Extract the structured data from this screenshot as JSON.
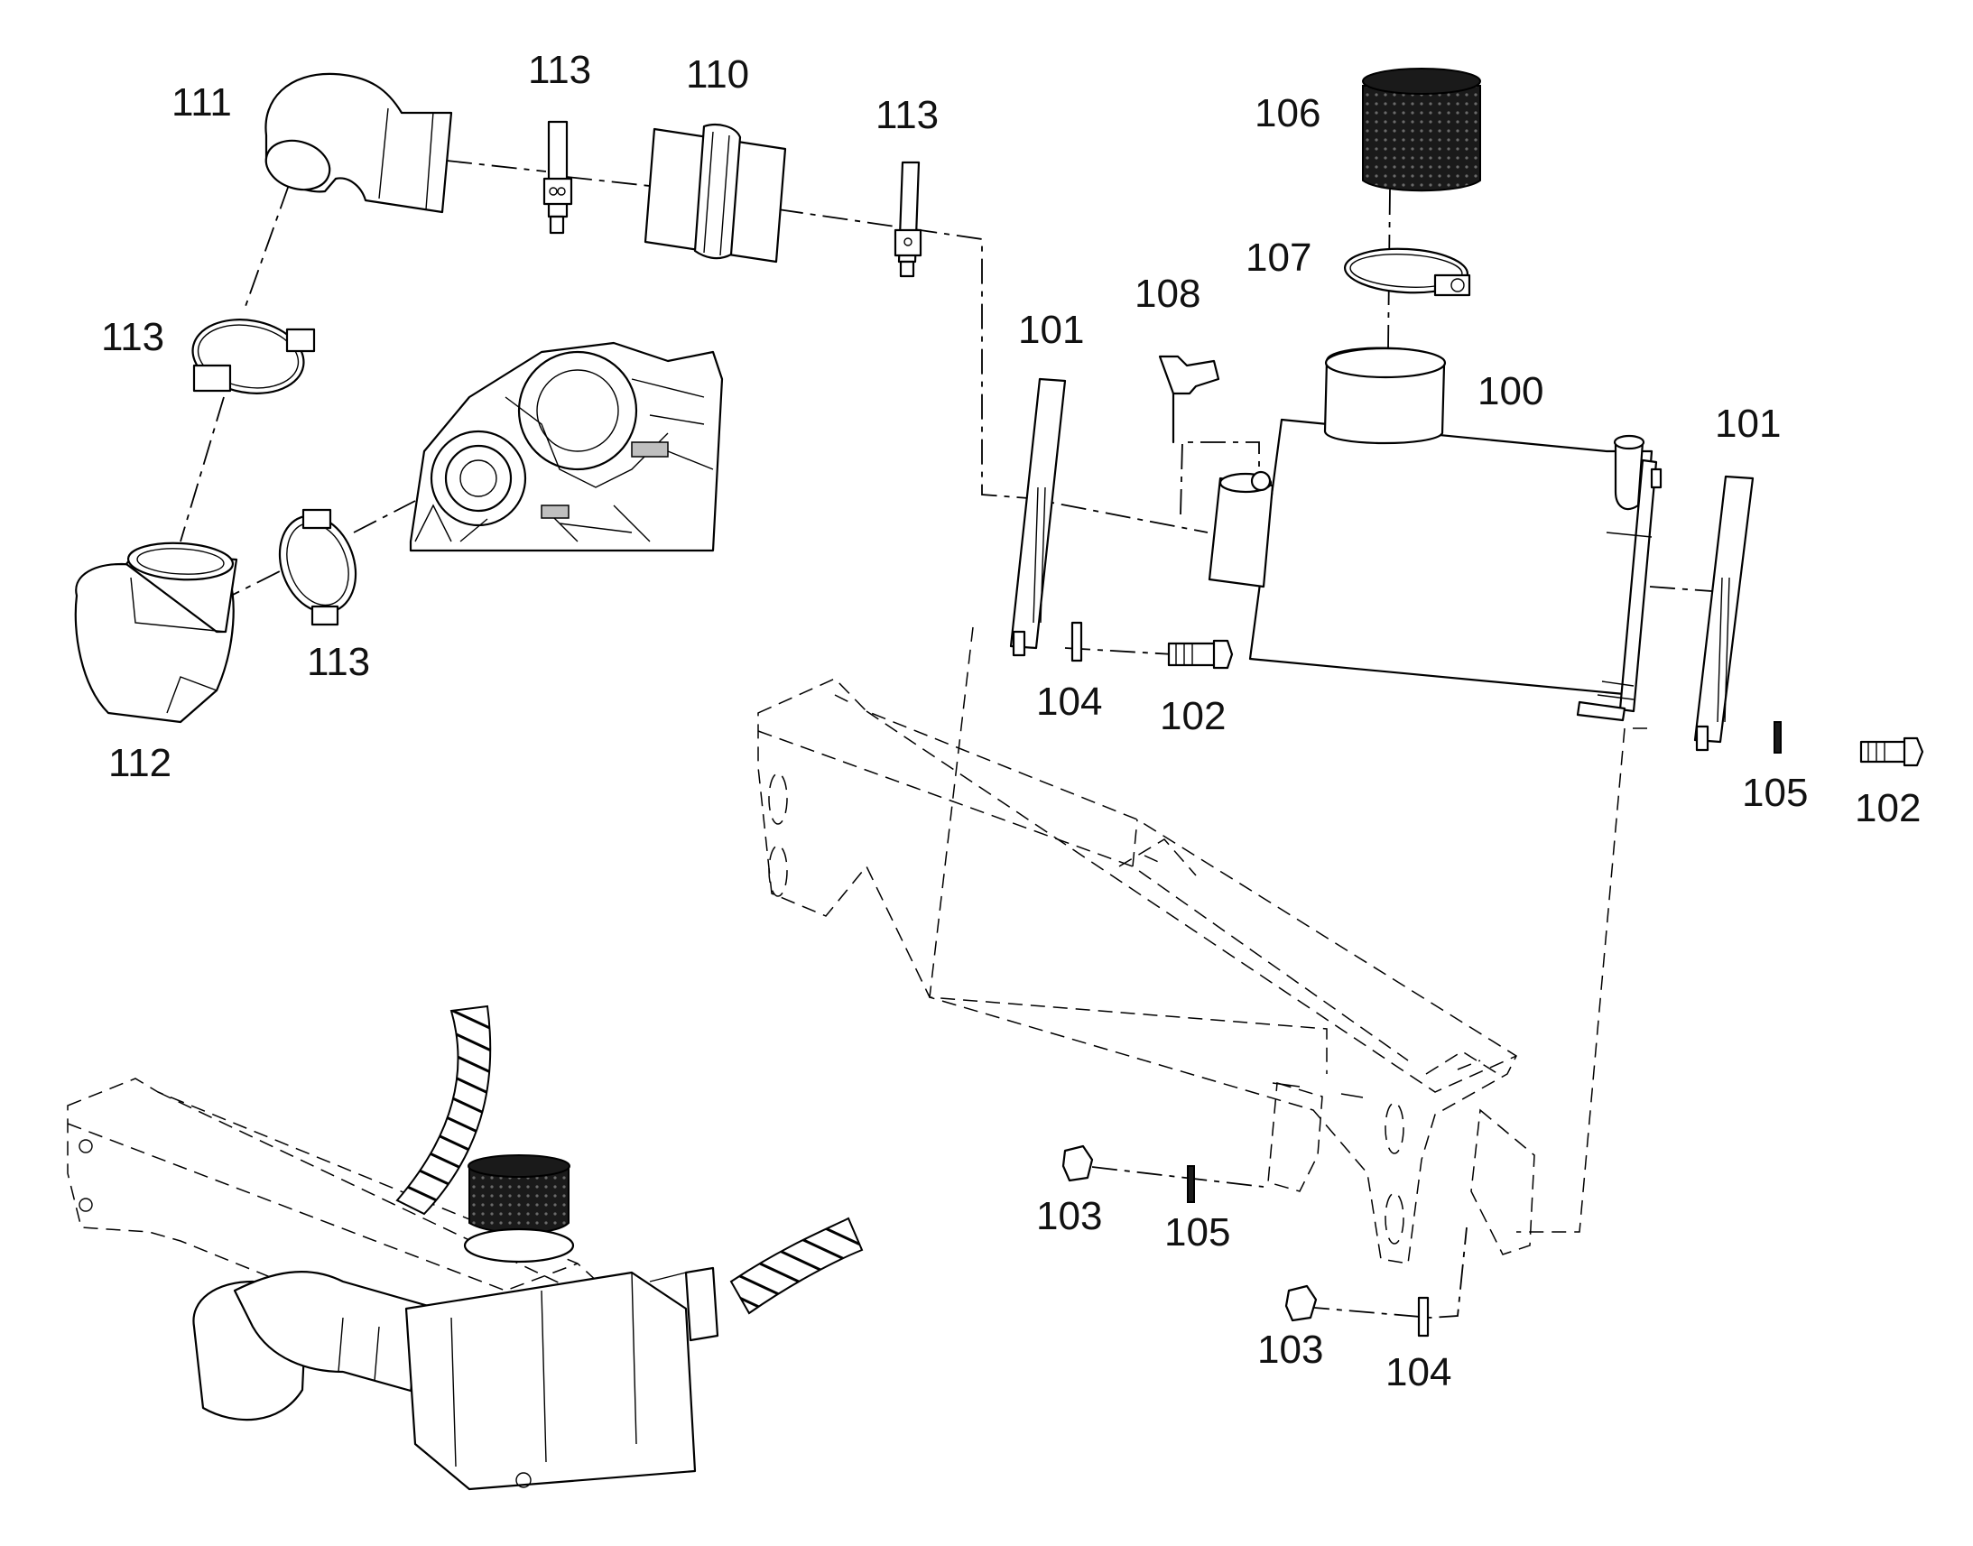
{
  "callouts": {
    "c111": "111",
    "c113a": "113",
    "c110": "110",
    "c113b": "113",
    "c106": "106",
    "c107": "107",
    "c108": "108",
    "c101a": "101",
    "c100": "100",
    "c101b": "101",
    "c113c": "113",
    "c113d": "113",
    "c112": "112",
    "c104a": "104",
    "c102a": "102",
    "c105a": "105",
    "c102b": "102",
    "c103a": "103",
    "c105b": "105",
    "c103b": "103",
    "c104b": "104"
  }
}
